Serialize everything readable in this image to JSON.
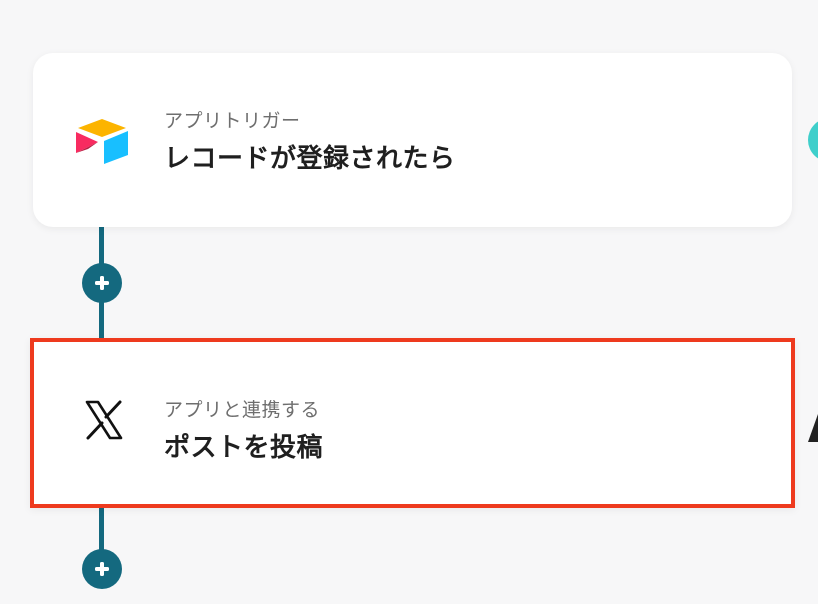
{
  "flow": {
    "steps": [
      {
        "subtitle": "アプリトリガー",
        "title": "レコードが登録されたら",
        "icon": "airtable-icon"
      },
      {
        "subtitle": "アプリと連携する",
        "title": "ポストを投稿",
        "icon": "x-logo-icon"
      }
    ],
    "add_step_icon": "plus-icon"
  },
  "colors": {
    "connector": "#14697f",
    "highlight_border": "#ee3a1e",
    "card_background": "#ffffff",
    "page_background": "#f7f7f8",
    "teal_accent": "#3fcfcb"
  }
}
